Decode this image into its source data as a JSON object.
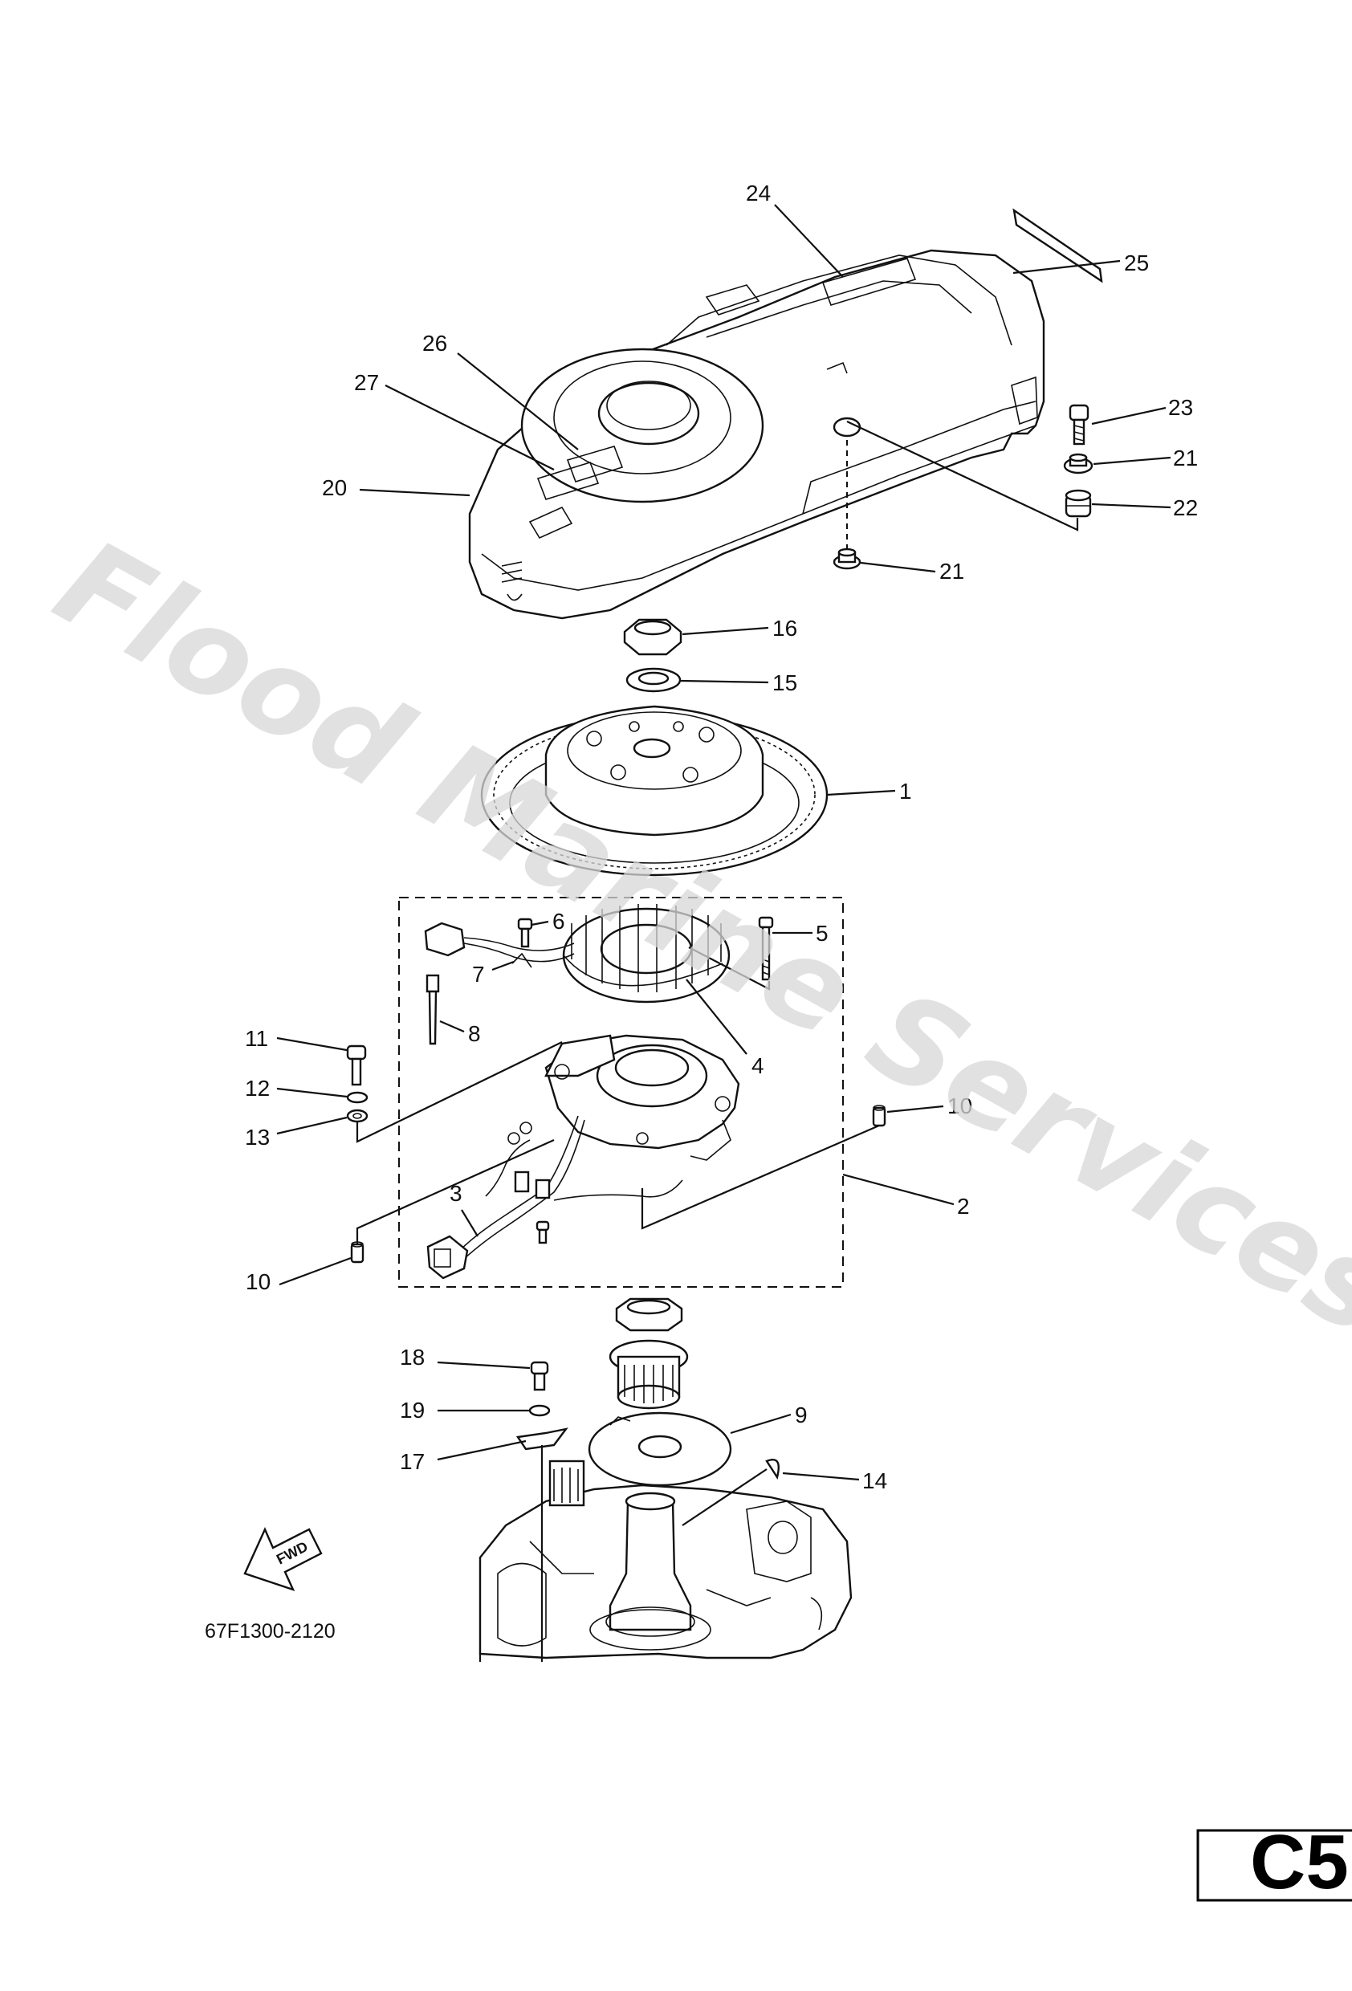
{
  "diagram": {
    "watermark": "Flood Marine Services",
    "diagram_code": "67F1300-2120",
    "page_id": "C5",
    "fwd_label": "FWD",
    "callouts": [
      {
        "id": "c1",
        "text": "1"
      },
      {
        "id": "c2",
        "text": "2"
      },
      {
        "id": "c3",
        "text": "3"
      },
      {
        "id": "c4",
        "text": "4"
      },
      {
        "id": "c5",
        "text": "5"
      },
      {
        "id": "c6",
        "text": "6"
      },
      {
        "id": "c7",
        "text": "7"
      },
      {
        "id": "c8",
        "text": "8"
      },
      {
        "id": "c9",
        "text": "9"
      },
      {
        "id": "c10a",
        "text": "10"
      },
      {
        "id": "c10b",
        "text": "10"
      },
      {
        "id": "c11",
        "text": "11"
      },
      {
        "id": "c12",
        "text": "12"
      },
      {
        "id": "c13",
        "text": "13"
      },
      {
        "id": "c14",
        "text": "14"
      },
      {
        "id": "c15",
        "text": "15"
      },
      {
        "id": "c16",
        "text": "16"
      },
      {
        "id": "c17",
        "text": "17"
      },
      {
        "id": "c18",
        "text": "18"
      },
      {
        "id": "c19",
        "text": "19"
      },
      {
        "id": "c20",
        "text": "20"
      },
      {
        "id": "c21a",
        "text": "21"
      },
      {
        "id": "c21b",
        "text": "21"
      },
      {
        "id": "c22",
        "text": "22"
      },
      {
        "id": "c23",
        "text": "23"
      },
      {
        "id": "c24",
        "text": "24"
      },
      {
        "id": "c25",
        "text": "25"
      },
      {
        "id": "c26",
        "text": "26"
      },
      {
        "id": "c27",
        "text": "27"
      }
    ]
  }
}
